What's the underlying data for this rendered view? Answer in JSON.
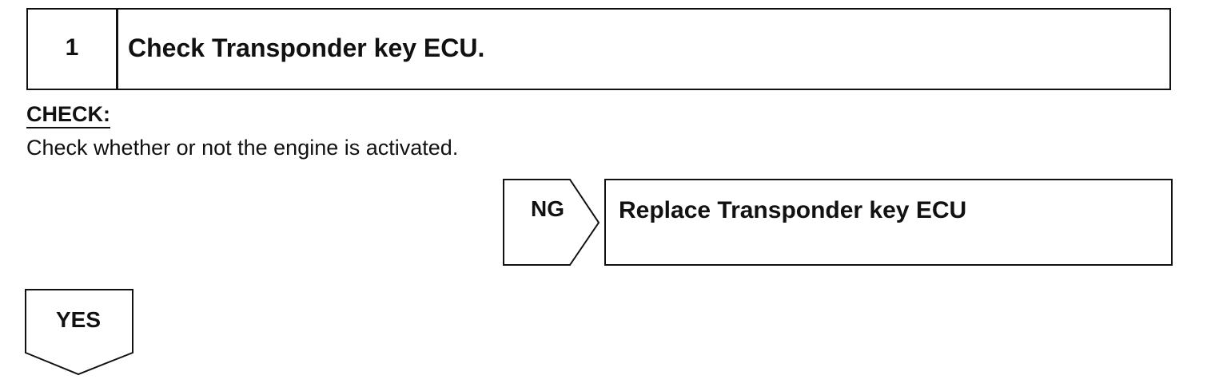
{
  "step": {
    "number": "1",
    "title": "Check Transponder key ECU."
  },
  "check": {
    "label": "CHECK:",
    "text": "Check whether or not the engine is activated."
  },
  "ng_branch": {
    "label": "NG",
    "result": "Replace Transponder key ECU"
  },
  "yes_branch": {
    "label": "YES"
  }
}
